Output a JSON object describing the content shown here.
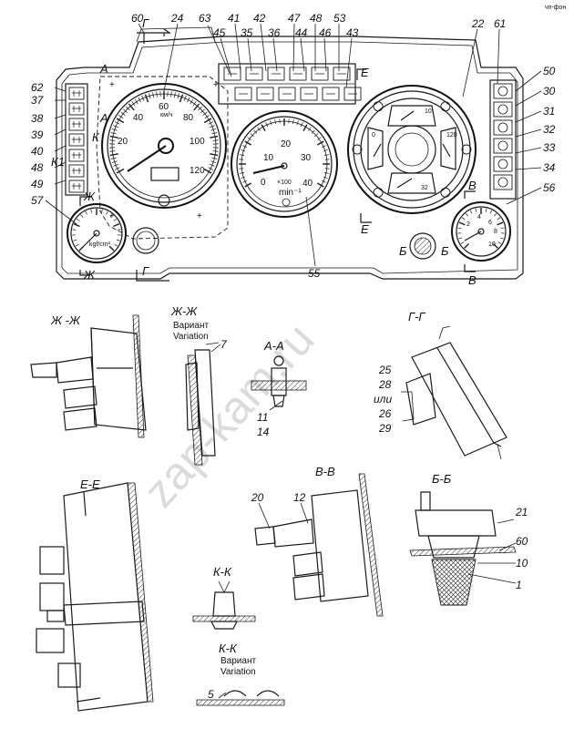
{
  "watermark": "zap-kam.ru",
  "corner_mark": "чп-фон",
  "callouts": {
    "c60": "60",
    "c24": "24",
    "c63": "63",
    "c45": "45",
    "c41": "41",
    "c35": "35",
    "c42": "42",
    "c36": "36",
    "c47": "47",
    "c44": "44",
    "c48a": "48",
    "c46": "46",
    "c53": "53",
    "c43": "43",
    "c22": "22",
    "c61": "61",
    "c62": "62",
    "c37": "37",
    "c38": "38",
    "c39": "39",
    "c40": "40",
    "c48b": "48",
    "c49": "49",
    "c57": "57",
    "c50": "50",
    "c30": "30",
    "c31": "31",
    "c32": "32",
    "c33": "33",
    "c34": "34",
    "c56": "56",
    "c55": "55",
    "c7": "7",
    "c11": "11",
    "c14": "14",
    "c25": "25",
    "c28": "28",
    "c26": "26",
    "c29": "29",
    "c20": "20",
    "c12": "12",
    "c21": "21",
    "c60b": "60",
    "c10": "10",
    "c1": "1",
    "c5": "5"
  },
  "or_label": "или",
  "section_marks": {
    "G": "Г",
    "A": "А",
    "K": "К",
    "Zh": "Ж",
    "E": "Е",
    "V": "В",
    "B": "Б",
    "K1": "К1"
  },
  "sections": {
    "zh_zh": "Ж -Ж",
    "zh_zh_variant": "Ж-Ж",
    "variant_ru": "Вариант",
    "variant_en": "Variation",
    "a_a": "А-А",
    "g_g": "Г-Г",
    "e_e": "Е-Е",
    "v_v": "В-В",
    "b_b": "Б-Б",
    "k_k": "К-К",
    "k_k_variant": "К-К"
  },
  "speedometer": {
    "ticks": [
      "20",
      "40",
      "60",
      "80",
      "100",
      "120"
    ],
    "unit": "км/ч"
  },
  "tachometer": {
    "ticks": [
      "0",
      "10",
      "20",
      "30",
      "40"
    ],
    "multiplier": "×100",
    "unit": "min⁻¹"
  },
  "combo_gauge": {
    "oil_temp": "10",
    "fuel": "32",
    "temp": "120",
    "oil": "0"
  },
  "pressure_gauge_left": {
    "unit": "kgf/cm²"
  },
  "pressure_gauge_right": {
    "ticks": [
      "2",
      "4",
      "6",
      "8",
      "10"
    ]
  }
}
